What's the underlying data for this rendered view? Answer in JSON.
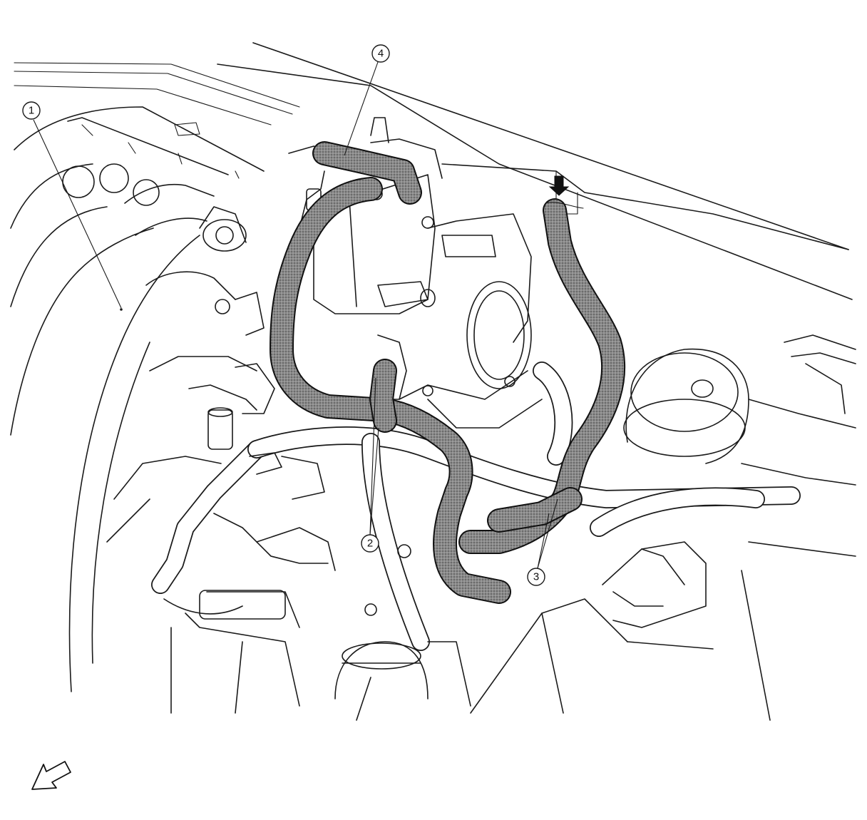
{
  "diagram": {
    "callouts": [
      {
        "id": "callout-1",
        "label": "1"
      },
      {
        "id": "callout-2",
        "label": "2"
      },
      {
        "id": "callout-3",
        "label": "3"
      },
      {
        "id": "callout-4",
        "label": "4"
      }
    ],
    "indicators": {
      "flow_arrow": "down-arrow-icon",
      "front_arrow": "front-direction-arrow-icon"
    },
    "colors": {
      "line": "#1a1a1a",
      "hose_fill": "#8a8a8a",
      "background": "#ffffff"
    }
  }
}
